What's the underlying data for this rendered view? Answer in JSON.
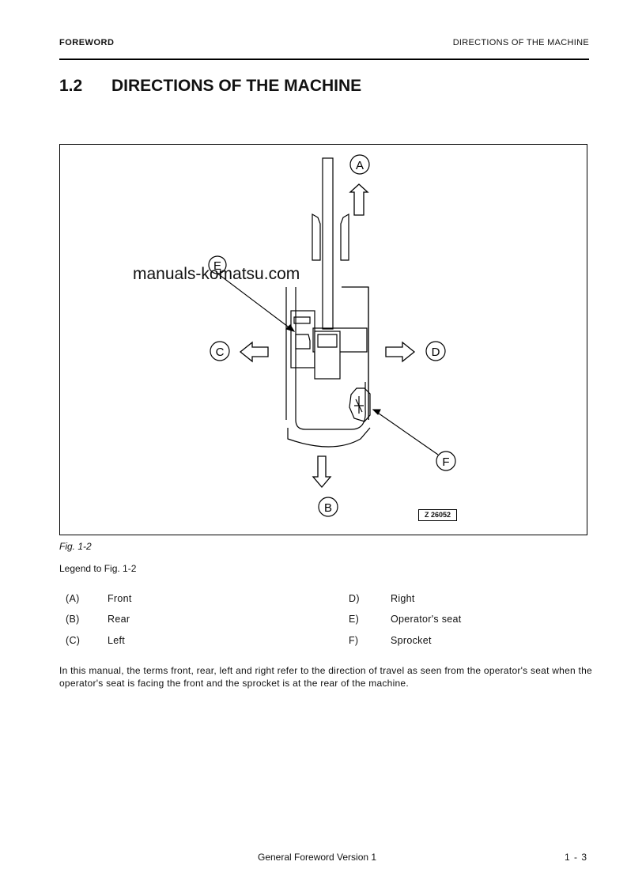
{
  "header": {
    "section": "FOREWORD",
    "chapter": "DIRECTIONS OF THE MACHINE"
  },
  "title": {
    "number": "1.2",
    "text": "DIRECTIONS OF THE MACHINE"
  },
  "figure": {
    "labels": {
      "a": "A",
      "b": "B",
      "c": "C",
      "d": "D",
      "e": "E",
      "f": "F"
    },
    "watermark": "manuals-komatsu.com",
    "ref": "Z 26052",
    "caption": "Fig. 1-2"
  },
  "legend": {
    "title": "Legend to Fig. 1-2",
    "items": [
      {
        "key": "(A)",
        "label": "Front"
      },
      {
        "key": "(B)",
        "label": "Rear"
      },
      {
        "key": "(C)",
        "label": "Left"
      },
      {
        "key": "D)",
        "label": "Right"
      },
      {
        "key": "E)",
        "label": "Operator's seat"
      },
      {
        "key": "F)",
        "label": "Sprocket"
      }
    ]
  },
  "body_text": "In this manual, the terms front, rear, left and right refer to the direction of travel as seen from the operator's seat when the operator's seat is facing the front and the sprocket is at the rear of the machine.",
  "footer": {
    "document": "General Foreword Version 1",
    "page": "1 - 3"
  }
}
